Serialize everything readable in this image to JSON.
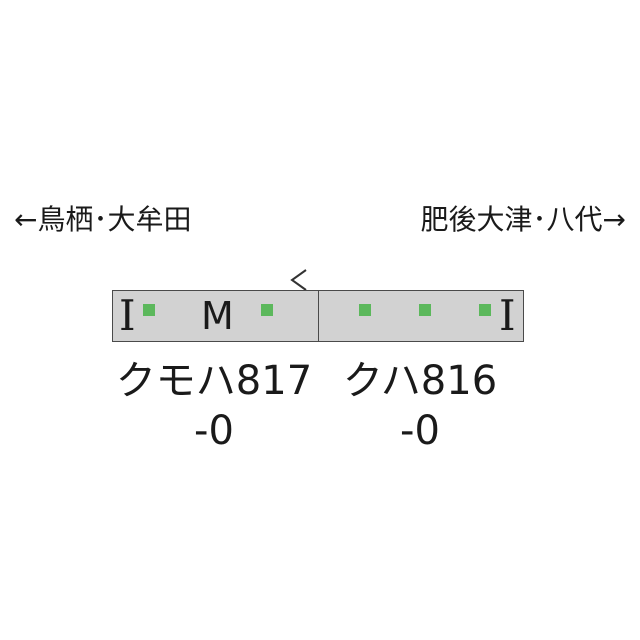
{
  "directions": {
    "left": "←鳥栖･大牟田",
    "right": "肥後大津･八代→"
  },
  "cars": [
    {
      "type": "クモハ817",
      "number": "-0",
      "cab_mark": "I",
      "motor_mark": "M"
    },
    {
      "type": "クハ816",
      "number": "-0",
      "cab_mark": "I"
    }
  ],
  "colors": {
    "car_body": "#d2d2d2",
    "door": "#5cb85c",
    "outline": "#4a4a4a"
  }
}
